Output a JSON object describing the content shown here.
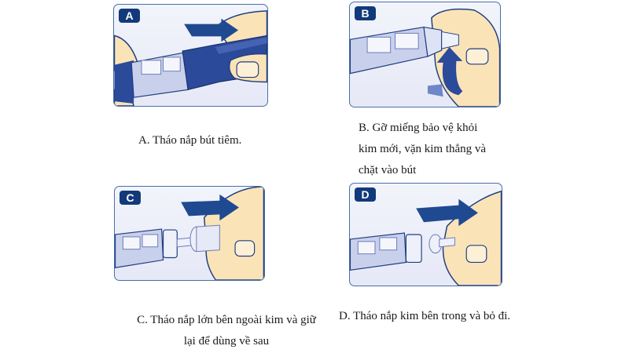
{
  "colors": {
    "panel_border": "#4a6fa8",
    "badge_bg": "#123a7a",
    "arrow": "#1f4a91",
    "pen_dark": "#2b4a9a",
    "skin": "#fbe3b8",
    "background": "#ffffff"
  },
  "steps": [
    {
      "badge": "A",
      "illustration": "remove-pen-cap",
      "caption_lines": [
        "A. Tháo nắp bút tiêm."
      ]
    },
    {
      "badge": "B",
      "illustration": "attach-needle-twist",
      "caption_lines": [
        "B. Gỡ miếng bảo vệ khỏi",
        "kim mới, vặn kim thẳng và",
        "chặt vào bút"
      ]
    },
    {
      "badge": "C",
      "illustration": "remove-outer-needle-cap",
      "caption_lines": [
        "C. Tháo nắp lớn bên ngoài kim và giữ",
        "lại để dùng về sau"
      ]
    },
    {
      "badge": "D",
      "illustration": "remove-inner-needle-cap",
      "caption_lines": [
        "D. Tháo nắp kim bên trong và bỏ đi."
      ]
    }
  ]
}
